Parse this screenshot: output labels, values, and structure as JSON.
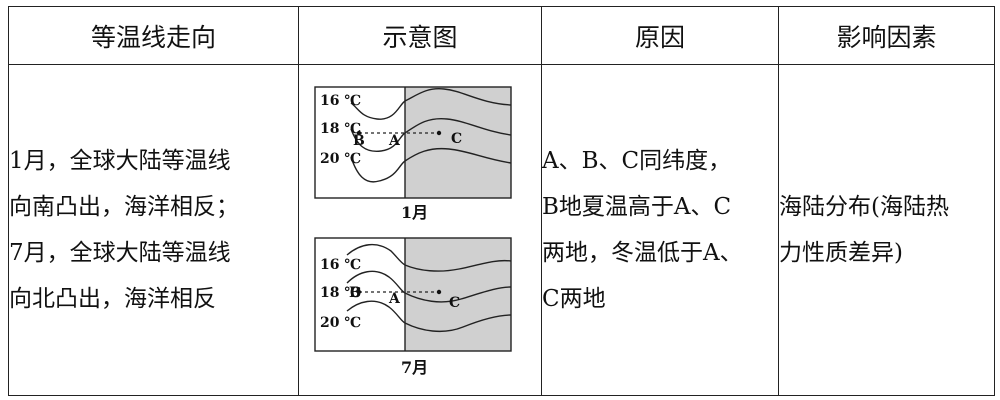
{
  "headers": [
    "等温线走向",
    "示意图",
    "原因",
    "影响因素"
  ],
  "trend_lines": [
    "1月，全球大陆等温线",
    "向南凸出，海洋相反；",
    "7月，全球大陆等温线",
    "向北凸出，海洋相反"
  ],
  "reason_lines": [
    "A、B、C同纬度，",
    "B地夏温高于A、C",
    "两地，冬温低于A、",
    "C两地"
  ],
  "factor_lines": [
    "海陆分布(海陆热",
    "力性质差异)"
  ],
  "figures": {
    "jan": {
      "caption": "1月",
      "t16": "16 ℃",
      "t18": "18 ℃",
      "t20": "20 ℃",
      "a": "A",
      "b": "B",
      "c": "C"
    },
    "jul": {
      "caption": "7月",
      "t16": "16 ℃",
      "t18": "18 ℃",
      "t20": "20 ℃",
      "a": "A",
      "b": "B",
      "c": "C"
    }
  },
  "colors": {
    "sea_fill": "#d0d0d0",
    "border": "#222222"
  }
}
